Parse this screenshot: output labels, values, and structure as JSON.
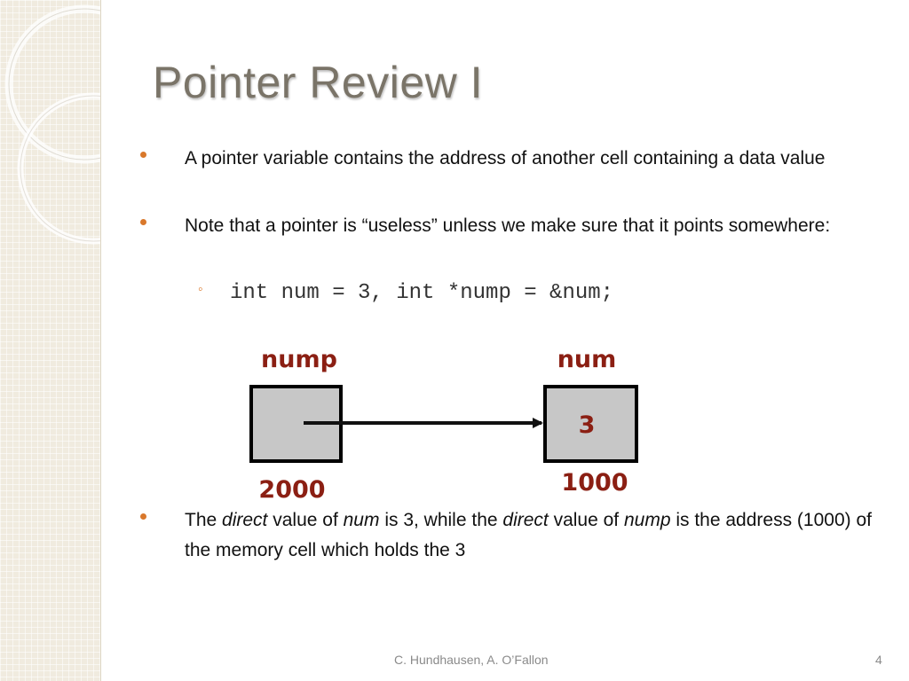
{
  "slide": {
    "title": "Pointer Review I",
    "bullets": [
      {
        "text": "A pointer variable contains the address of another cell containing a data value"
      },
      {
        "text": "Note that a pointer is “useless” unless we make sure that it points somewhere:"
      }
    ],
    "sub_bullet": {
      "marker": "◦",
      "code": "int num = 3, int *nump = &num;"
    },
    "bullet3": {
      "p1": "The ",
      "e1": "direct",
      "p2": " value of ",
      "e2": "num",
      "p3": " is 3, while the ",
      "e3": "direct",
      "p4": " value of ",
      "e4": "nump",
      "p5": " is the address (1000) of the memory cell which holds the 3"
    }
  },
  "diagram": {
    "pointer_var": {
      "name": "nump",
      "address": "2000"
    },
    "target_var": {
      "name": "num",
      "value": "3",
      "address": "1000"
    },
    "box_fill": "#c7c7c7",
    "label_color": "#8b1f13"
  },
  "footer": {
    "author": "C. Hundhausen, A. O’Fallon",
    "page_number": "4"
  },
  "theme": {
    "bullet_color": "#d9782b",
    "title_color": "#7a7468",
    "sidebar_color": "#f0ebdf"
  }
}
